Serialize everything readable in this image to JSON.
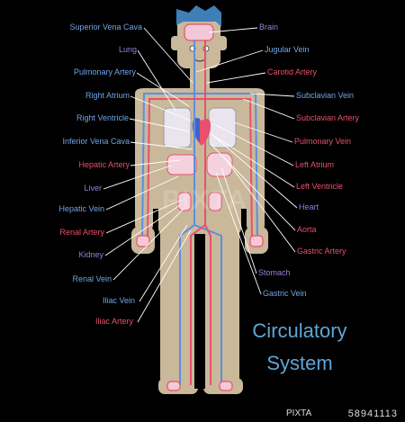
{
  "title": {
    "line1": "Circulatory",
    "line2": "System"
  },
  "labels_left": [
    {
      "name": "superior-vena-cava",
      "text": "Superior Vena Cava",
      "kind": "vein"
    },
    {
      "name": "lung",
      "text": "Lung",
      "kind": "organ"
    },
    {
      "name": "pulmonary-artery-left",
      "text": "Pulmonary Artery",
      "kind": "vein"
    },
    {
      "name": "right-atrium",
      "text": "Right Atrium",
      "kind": "vein"
    },
    {
      "name": "right-ventricle",
      "text": "Right Ventricle",
      "kind": "vein"
    },
    {
      "name": "inferior-vena-cava",
      "text": "Inferior Vena Cava",
      "kind": "vein"
    },
    {
      "name": "hepatic-artery",
      "text": "Hepatic Artery",
      "kind": "artery"
    },
    {
      "name": "liver",
      "text": "Liver",
      "kind": "organ"
    },
    {
      "name": "hepatic-vein",
      "text": "Hepatic Vein",
      "kind": "vein"
    },
    {
      "name": "renal-artery",
      "text": "Renal Artery",
      "kind": "artery"
    },
    {
      "name": "kidney",
      "text": "Kidney",
      "kind": "organ"
    },
    {
      "name": "renal-vein",
      "text": "Renal Vein",
      "kind": "vein"
    },
    {
      "name": "iliac-vein",
      "text": "Iliac Vein",
      "kind": "vein"
    },
    {
      "name": "iliac-artery",
      "text": "Iliac Artery",
      "kind": "artery"
    }
  ],
  "labels_right": [
    {
      "name": "brain",
      "text": "Brain",
      "kind": "organ"
    },
    {
      "name": "jugular-vein",
      "text": "Jugular Vein",
      "kind": "vein"
    },
    {
      "name": "carotid-artery",
      "text": "Carotid Artery",
      "kind": "artery"
    },
    {
      "name": "subclavian-vein",
      "text": "Subclavian Vein",
      "kind": "vein"
    },
    {
      "name": "subclavian-artery",
      "text": "Subclavian Artery",
      "kind": "artery"
    },
    {
      "name": "pulmonary-vein",
      "text": "Pulmonary Vein",
      "kind": "artery"
    },
    {
      "name": "left-atrium",
      "text": "Left Atrium",
      "kind": "artery"
    },
    {
      "name": "left-ventricle",
      "text": "Left Ventricle",
      "kind": "artery"
    },
    {
      "name": "heart",
      "text": "Heart",
      "kind": "heart"
    },
    {
      "name": "aorta",
      "text": "Aorta",
      "kind": "artery"
    },
    {
      "name": "gastric-artery",
      "text": "Gastric Artery",
      "kind": "artery"
    },
    {
      "name": "stomach",
      "text": "Stomach",
      "kind": "organ"
    },
    {
      "name": "gastric-vein",
      "text": "Gastric Vein",
      "kind": "vein"
    }
  ],
  "footer": {
    "logo": "PIXTA",
    "id": "58941113"
  },
  "watermark": "PIXTA",
  "colors": {
    "background": "#000000",
    "body": "#c9b89a",
    "vein": "#6fa6e8",
    "artery": "#e8506e",
    "organ": "#9b7fd8",
    "title": "#5fa6d6",
    "hair": "#3e7fb8"
  }
}
